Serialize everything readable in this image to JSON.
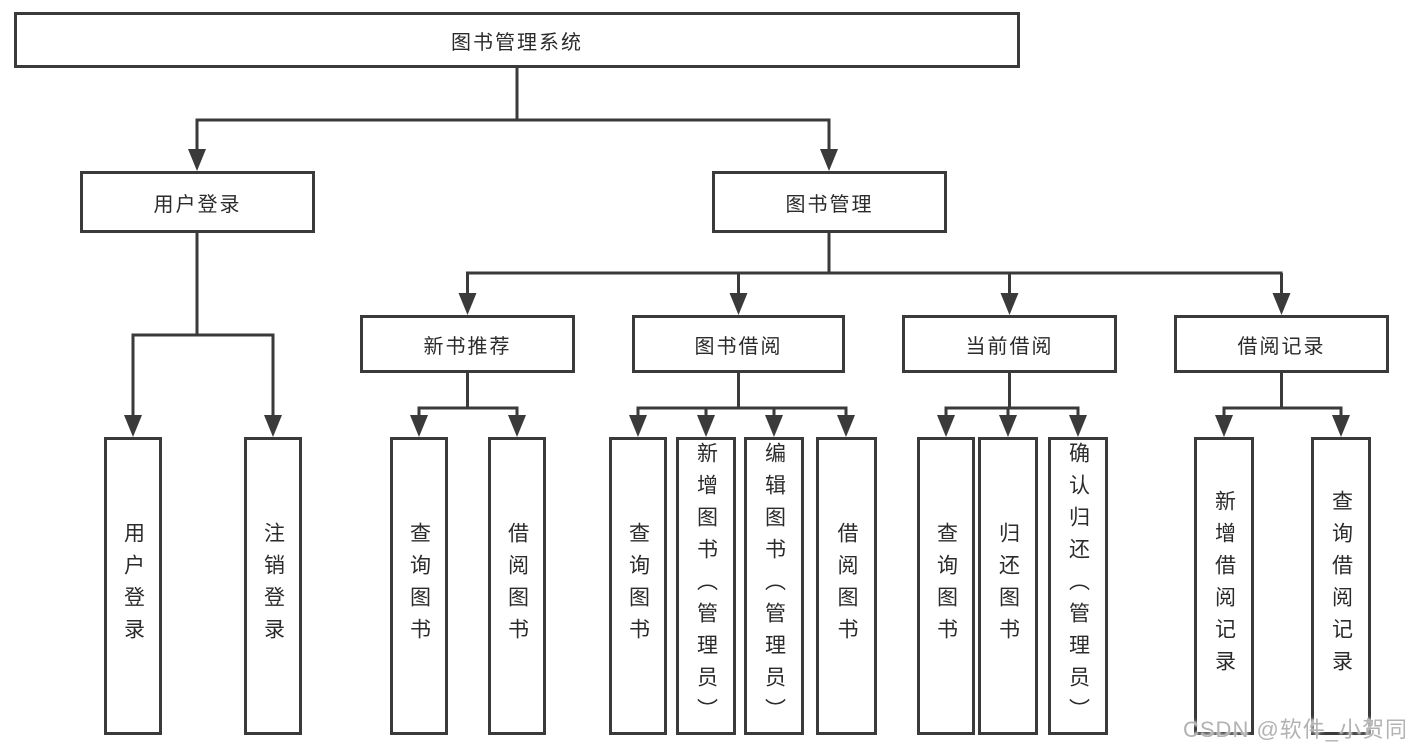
{
  "diagram": {
    "type": "tree",
    "root": {
      "label": "图书管理系统"
    },
    "branches": [
      {
        "label": "用户登录",
        "children": [
          {
            "label": "用户登录"
          },
          {
            "label": "注销登录"
          }
        ]
      },
      {
        "label": "图书管理",
        "children": [
          {
            "label": "新书推荐",
            "children": [
              {
                "label": "查询图书"
              },
              {
                "label": "借阅图书"
              }
            ]
          },
          {
            "label": "图书借阅",
            "children": [
              {
                "label": "查询图书"
              },
              {
                "label": "新增图书（管理员）"
              },
              {
                "label": "编辑图书（管理员）"
              },
              {
                "label": "借阅图书"
              }
            ]
          },
          {
            "label": "当前借阅",
            "children": [
              {
                "label": "查询图书"
              },
              {
                "label": "归还图书"
              },
              {
                "label": "确认归还（管理员）"
              }
            ]
          },
          {
            "label": "借阅记录",
            "children": [
              {
                "label": "新增借阅记录"
              },
              {
                "label": "查询借阅记录"
              }
            ]
          }
        ]
      }
    ]
  },
  "watermark": {
    "text": "CSDN @软件_小贺同学"
  },
  "colors": {
    "background": "#ffffff",
    "box_fill": "#ffffff",
    "box_border": "#3a3a3a",
    "connector_line": "#3a3a3a",
    "text": "#2b2b2b",
    "watermark": "#b3b3b3"
  }
}
